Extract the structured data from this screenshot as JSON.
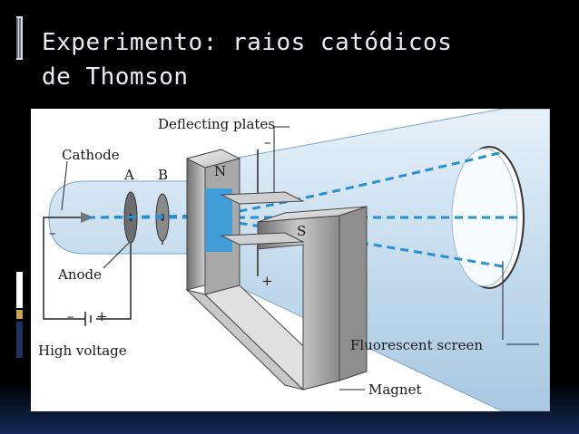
{
  "title": {
    "line1": "Experimento: raios catódicos",
    "line2": "de Thomson"
  },
  "diagram": {
    "labels": {
      "deflecting_plates": "Deflecting plates",
      "cathode": "Cathode",
      "anode_a": "A",
      "anode_b": "B",
      "anode": "Anode",
      "high_voltage": "High voltage",
      "north_pole": "N",
      "south_pole": "S",
      "minus_top": "–",
      "plus_bottom": "+",
      "cathode_minus": "–",
      "battery_minus": "–",
      "battery_plus": "+",
      "fluorescent_screen": "Fluorescent screen",
      "magnet": "Magnet"
    },
    "colors": {
      "beam": "#2a8fd0",
      "tube": "#cfe2f1",
      "magnet": "#9a9a9a",
      "field": "#2e9be0"
    }
  }
}
